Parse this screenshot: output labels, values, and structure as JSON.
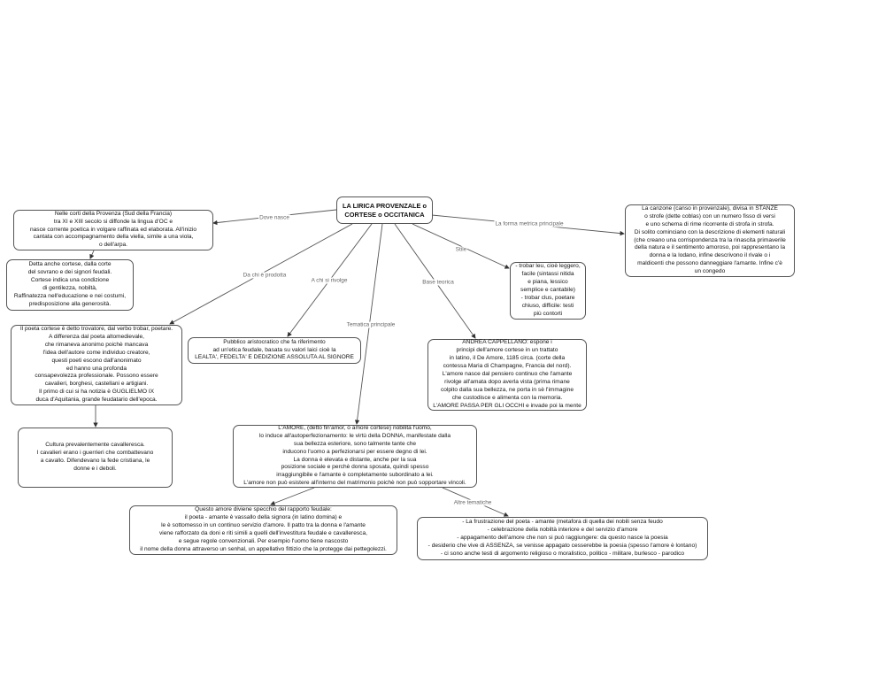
{
  "root": "LA LIRICA PROVENZALE o\nCORTESE o OCCITANICA",
  "links": {
    "dove_nasce": "Dove nasce",
    "forma_metrica": "La forma metrica principale",
    "stile": "Stile",
    "da_chi": "Da chi è prodotta",
    "a_chi": "A chi si rivolge",
    "base_teorica": "Base teorica",
    "tematica": "Tematica principale",
    "altre": "Altre tematiche"
  },
  "nodes": {
    "origine": "Nelle corti della Provenza (Sud della Francia)\ntra XI e XIII secolo si diffonde la lingua d'OC e\nnasce corrente poetica in volgare raffinata ed elaborata. All'inizio\ncantata con accompagnamento della viella, simile a una viola,\no dell'arpa.",
    "cortese": "Detta anche cortese, dalla corte\ndel sovrano e dei signori feudali.\nCortese indica una condizione\ndi gentilezza, nobiltà,\nRaffinatezza nell'educazione e nei costumi,\npredisposizione alla generosità.",
    "poeta": "Il poeta cortese è detto trovatore, dal verbo trobar, poetare.\nA differenza dal poeta altomedievale,\nche rimaneva anonimo poichè mancava\nl'idea dell'autore come individuo creatore,\nquesti poeti escono dall'anonimato\ned hanno una profonda\nconsapevolezza professionale. Possono essere\ncavalieri, borghesi, castellani e artigiani.\nIl primo di cui si ha notizia è GUGLIELMO IX\nduca d'Aquitania, grande feudatario dell'epoca.",
    "cultura": "Cultura prevalentemente cavalleresca.\nI cavalieri erano i guerrieri che combattevano\na cavallo. Difendevano la fede cristiana, le\ndonne e i deboli.",
    "pubblico": "Pubblico aristocratico che fa riferimento\nad un'etica feudale, basata su valori laici cioè la\nLEALTA', FEDELTA' E DEDIZIONE ASSOLUTA AL SIGNORE",
    "cappellano": "ANDREA CAPPELLANO: espone i\nprincipi dell'amore cortese in un trattato\nin latino, il De Amore, 1185 circa. (corte della\ncontessa Maria di Champagne, Francia del nord).\nL'amore nasce dal pensiero continuo che l'amante\nrivolge all'amata dopo averla vista (prima rimane\ncolpito dalla sua bellezza, ne porta in sè l'immagine\nche custodisce e alimenta con la memoria.\nL'AMORE PASSA PER GLI OCCHI e invade poi la mente",
    "stile": "- trobar leu, cioè leggero,\nfacile (sintassi nitida\ne piana, lessico\nsemplice e cantabile)\n- trobar clus, poetare\nchiuso, difficile: testi\npiù contorti",
    "canzone": "La canzone (canso in provenzale), divisa in STANZE\no strofe (dette coblas) con un numero fisso di versi\ne uno schema di rime ricorrente di strofa in strofa.\nDi solito cominciano con la descrizione di elementi naturali\n(che creano una corrispondenza tra la rinascita primaverile\ndella natura e il sentimento amoroso, poi rappresentano la\ndonna e la lodano, infine descrivono il rivale o i\nmaldicenti che possono danneggiare l'amante. Infine c'è\nun congedo",
    "amore": "L'AMORE, (detto fin'amor, o amore cortese) nobilita l'uomo,\nlo induce all'autoperfezionamento: le virtù della DONNA, manifestate dalla\nsua bellezza esteriore, sono talmente tante che\ninducono l'uomo a perfezionarsi per essere degno di lei.\nLa donna è elevata e distante, anche per la sua\nposizione sociale e perchè donna sposata, quindi spesso\nirraggiungibile e l'amante è completamente subordinato a lei.\nL'amore non può esistere all'interno del matrimonio poichè non può sopportare vincoli.",
    "feudale": "Questo amore diviene specchio del rapporto feudale:\nil poeta - amante è vassallo della signora (in latino domina) e\nle è sottomesso in un continuo servizio d'amore. Il patto tra la donna e  l'amante\nviene rafforzato da doni e riti simili a quelli dell'investitura feudale e cavalleresca,\ne segue regole convenzionali. Per esempio l'uomo tiene nascosto\nil nome della donna attraverso un senhal, un appellativo fittizio che la protegge dai pettegolezzi.",
    "altre": "- La frustrazione del poeta - amante (metafora di quella dei nobili senza feudo\n- celebrazione della nobiltà interiore e del servizio d'amore\n- appagamento dell'amore che non si può raggiungere: da questo nasce la poesia\n- desiderio che vive di ASSENZA, se venisse appagato cesserebbe la poesia (spesso l'amore è lontano)\n- ci sono anche testi di argomento religioso o moralistico, politico - militare, burlesco - parodico"
  }
}
